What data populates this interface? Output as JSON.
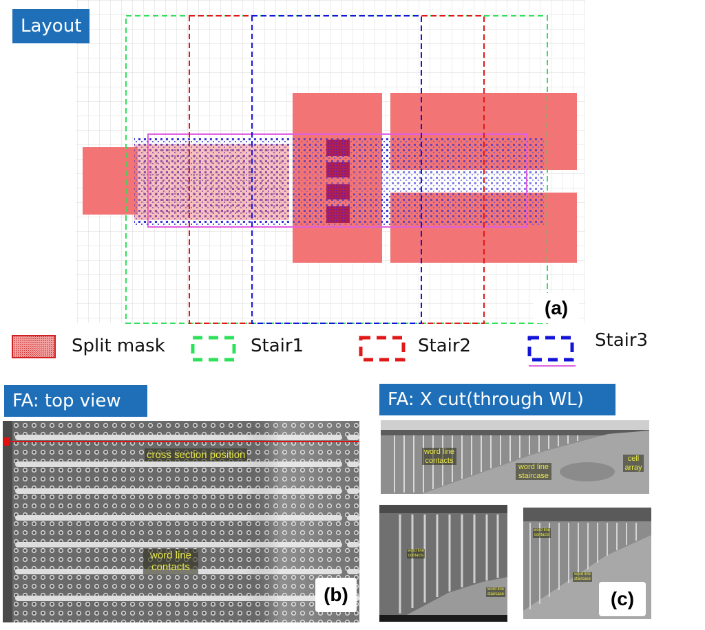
{
  "layout_panel": {
    "title": "Layout",
    "panel_tag": "(a)"
  },
  "legend": {
    "items": [
      {
        "label": "Split mask",
        "color": "#e83c3c"
      },
      {
        "label": "Stair1",
        "color": "#2fe05a"
      },
      {
        "label": "Stair2",
        "color": "#e01818"
      },
      {
        "label": "Stair3",
        "color": "#1414d8"
      }
    ]
  },
  "top_view": {
    "title": "FA: top view",
    "label_cross_section": "cross section position",
    "label_word_line_contacts": "word line contacts",
    "panel_tag": "(b)"
  },
  "x_cut": {
    "title": "FA: X cut(through WL)",
    "label_word_line_contacts": "word line contacts",
    "label_word_line_staircase": "word line staircase",
    "label_cell_array": "cell array",
    "small_label_contacts": "word line contacts",
    "small_label_staircase": "word line staircase",
    "panel_tag": "(c)"
  },
  "colors": {
    "title_bg": "#1f6fb8",
    "split_mask": "#f27474",
    "stair1": "#2fe05a",
    "stair2": "#e01818",
    "stair3": "#1414d8"
  }
}
